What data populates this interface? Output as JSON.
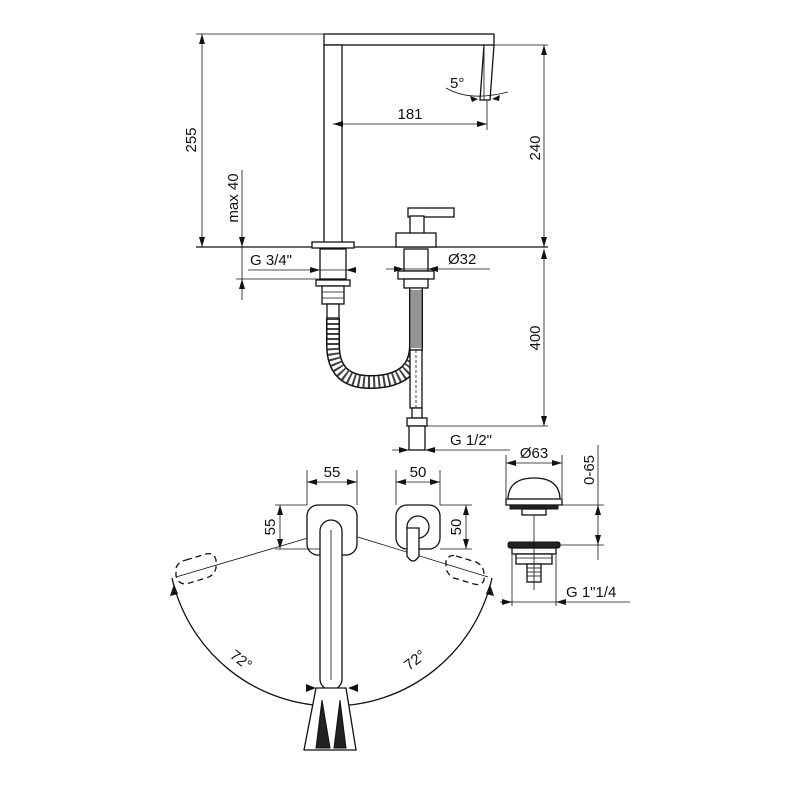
{
  "dimensions": {
    "spout_height": "255",
    "spout_reach": "181",
    "spout_angle": "5°",
    "total_height": "240",
    "deck_max": "max 40",
    "inlet_thread": "G 3/4\"",
    "body_diameter": "Ø32",
    "hose_length": "400",
    "hose_thread": "G 1/2\"",
    "plate_width_left": "55",
    "plate_height_left": "55",
    "plate_width_right": "50",
    "plate_height_right": "50",
    "swivel_left": "72°",
    "swivel_right": "72°",
    "waste_diameter": "Ø63",
    "waste_range": "0-65",
    "waste_thread": "G 1\"1/4"
  }
}
